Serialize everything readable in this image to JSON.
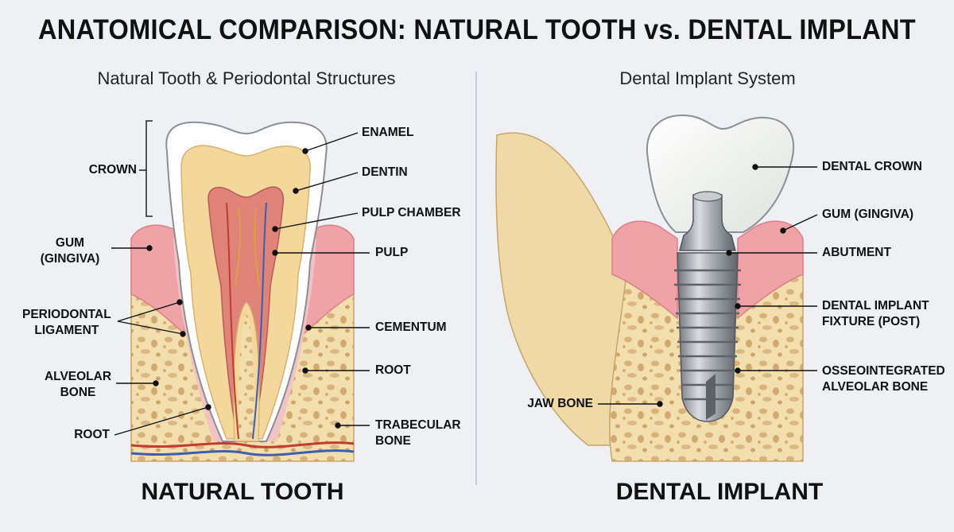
{
  "title": "ANATOMICAL COMPARISON: NATURAL TOOTH vs. DENTAL IMPLANT",
  "left_panel": {
    "subtitle": "Natural Tooth & Periodontal Structures",
    "caption": "NATURAL TOOTH",
    "labels": {
      "enamel": "ENAMEL",
      "dentin": "DENTIN",
      "pulp_chamber": "PULP CHAMBER",
      "pulp": "PULP",
      "cementum": "CEMENTUM",
      "root_right": "ROOT",
      "trabecular_bone": "TRABECULAR\nBONE",
      "crown": "CROWN",
      "gum": "GUM\n(GINGIVA)",
      "periodontal_ligament": "PERIODONTAL\nLIGAMENT",
      "alveolar_bone": "ALVEOLAR\nBONE",
      "root_left": "ROOT"
    }
  },
  "right_panel": {
    "subtitle": "Dental Implant System",
    "caption": "DENTAL IMPLANT",
    "labels": {
      "dental_crown": "DENTAL CROWN",
      "gum": "GUM (GINGIVA)",
      "abutment": "ABUTMENT",
      "fixture": "DENTAL IMPLANT\nFIXTURE (POST)",
      "osseointegrated": "OSSEOINTEGRATED\nALVEOLAR BONE",
      "jaw_bone": "JAW BONE"
    }
  },
  "colors": {
    "background": "#eef0f4",
    "gum": "#ef9aa0",
    "bone": "#f3dfae",
    "enamel": "#ffffff",
    "dentin": "#f4d79a",
    "pulp": "#e0847a",
    "implant_metal": "#a9adb3"
  }
}
